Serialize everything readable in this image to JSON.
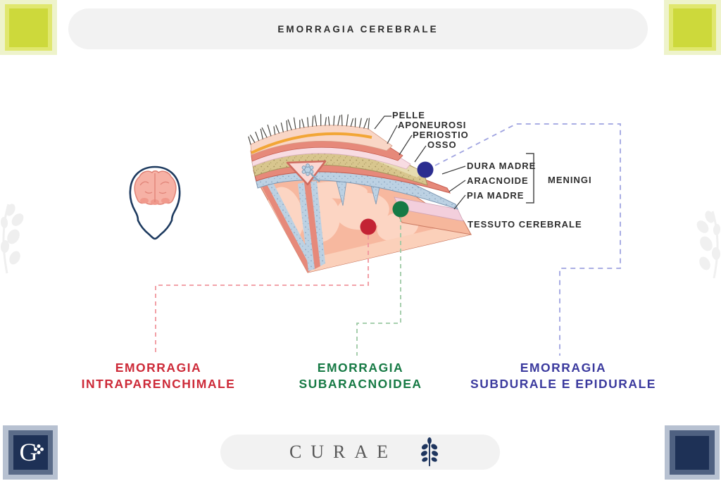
{
  "header": {
    "title": "EMORRAGIA CEREBRALE"
  },
  "anatomy": {
    "pelle": "PELLE",
    "aponeurosi": "APONEUROSI",
    "periostio": "PERIOSTIO",
    "osso": "OSSO",
    "dura_madre": "DURA MADRE",
    "aracnoide": "ARACNOIDE",
    "pia_madre": "PIA MADRE",
    "meningi": "MENINGI",
    "tessuto_cerebrale": "TESSUTO CEREBRALE"
  },
  "hemorrhages": {
    "intraparenchimale": {
      "line1": "EMORRAGIA",
      "line2": "INTRAPARENCHIMALE",
      "label_color": "#cd2a38",
      "marker_color": "#c32334"
    },
    "subaracnoidea": {
      "line1": "EMORRAGIA",
      "line2": "SUBARACNOIDEA",
      "label_color": "#177a45",
      "marker_color": "#157a45"
    },
    "subdurale_epidurale": {
      "line1": "EMORRAGIA",
      "line2": "SUBDURALE E EPIDURALE",
      "label_color": "#3b3a9e",
      "marker_color": "#2b2d90"
    }
  },
  "footer": {
    "brand": "CURAE"
  },
  "logo": {
    "letter": "G"
  },
  "accent_colors": {
    "corner_green": "#cdd93b",
    "corner_navy": "#1e3156",
    "dashed_red": "#f0959d",
    "dashed_green": "#9cc9a4",
    "dashed_purple": "#9fa3e0"
  }
}
